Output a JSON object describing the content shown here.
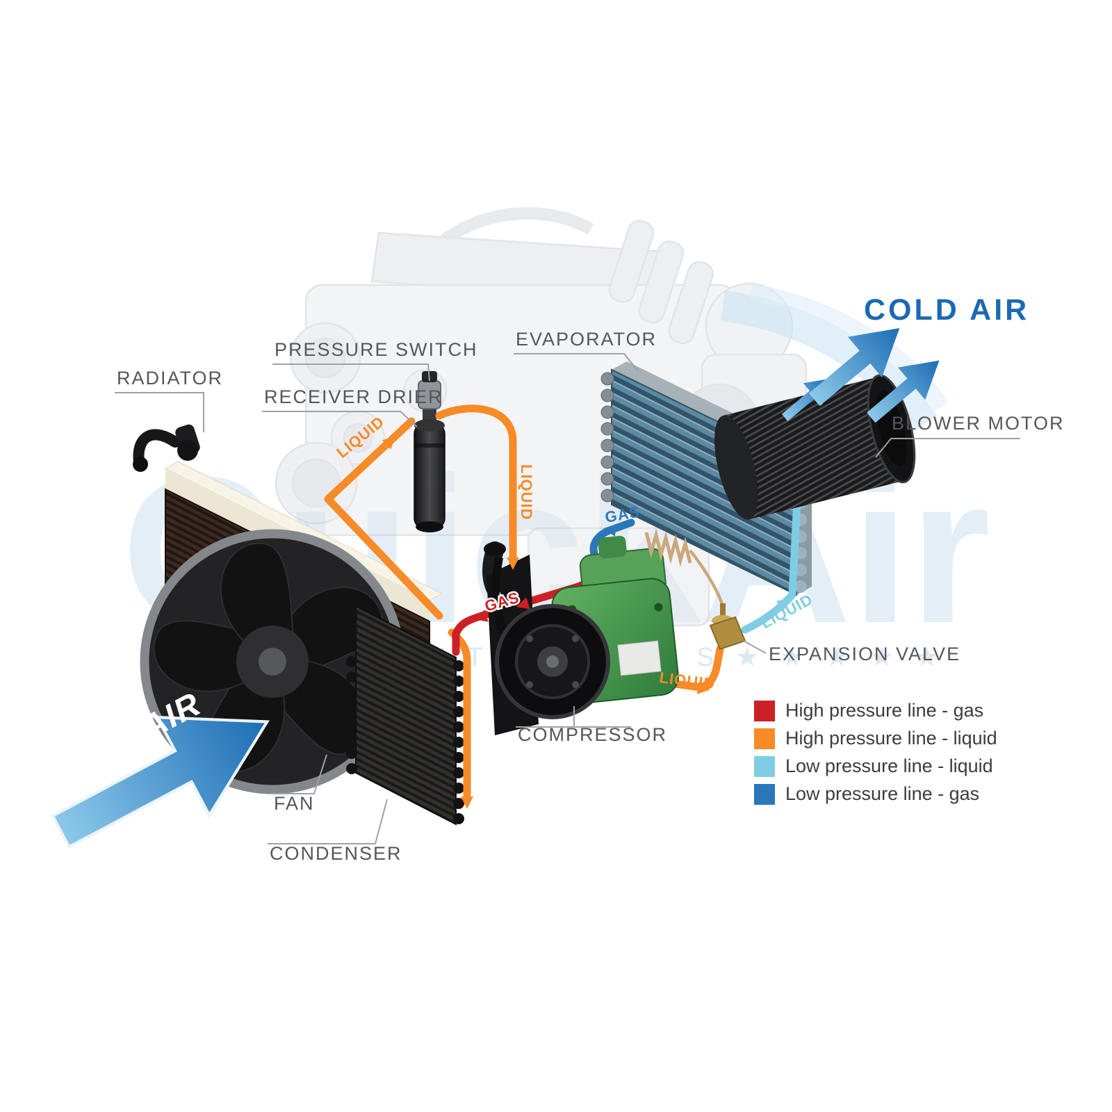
{
  "diagram": {
    "watermark": {
      "brand": "QuickAir",
      "tagline": "★ ★ ★ ★ ★    A U T O   P A R T S    ★ ★ ★ ★ ★"
    },
    "component_labels": {
      "radiator": "RADIATOR",
      "pressure_switch": "PRESSURE SWITCH",
      "receiver_drier": "RECEIVER DRIER",
      "evaporator": "EVAPORATOR",
      "blower_motor": "BLOWER MOTOR",
      "expansion_valve": "EXPANSION VALVE",
      "compressor": "COMPRESSOR",
      "fan": "FAN",
      "condenser": "CONDENSER"
    },
    "flow_labels": {
      "cold_air": "COLD AIR",
      "air": "AIR",
      "liquid_to_drier": "LIQUID",
      "liquid_drop": "LIQUID",
      "gas_high": "GAS",
      "gas_low": "GAS",
      "liquid_low": "LIQUID",
      "liquid_to_valve": "LIQUID"
    },
    "legend": {
      "items": [
        {
          "label": "High pressure line - gas",
          "color": "#cc2027"
        },
        {
          "label": "High pressure line - liquid",
          "color": "#f68b28"
        },
        {
          "label": "Low pressure line - liquid",
          "color": "#7fcde4"
        },
        {
          "label": "Low pressure line -  gas",
          "color": "#2b78b8"
        }
      ]
    },
    "colors": {
      "hp_gas": "#cc2027",
      "hp_liquid": "#f68b28",
      "lp_liquid": "#7fcde4",
      "lp_gas": "#2b78b8",
      "cold_air_text": "#1b69b4"
    }
  }
}
